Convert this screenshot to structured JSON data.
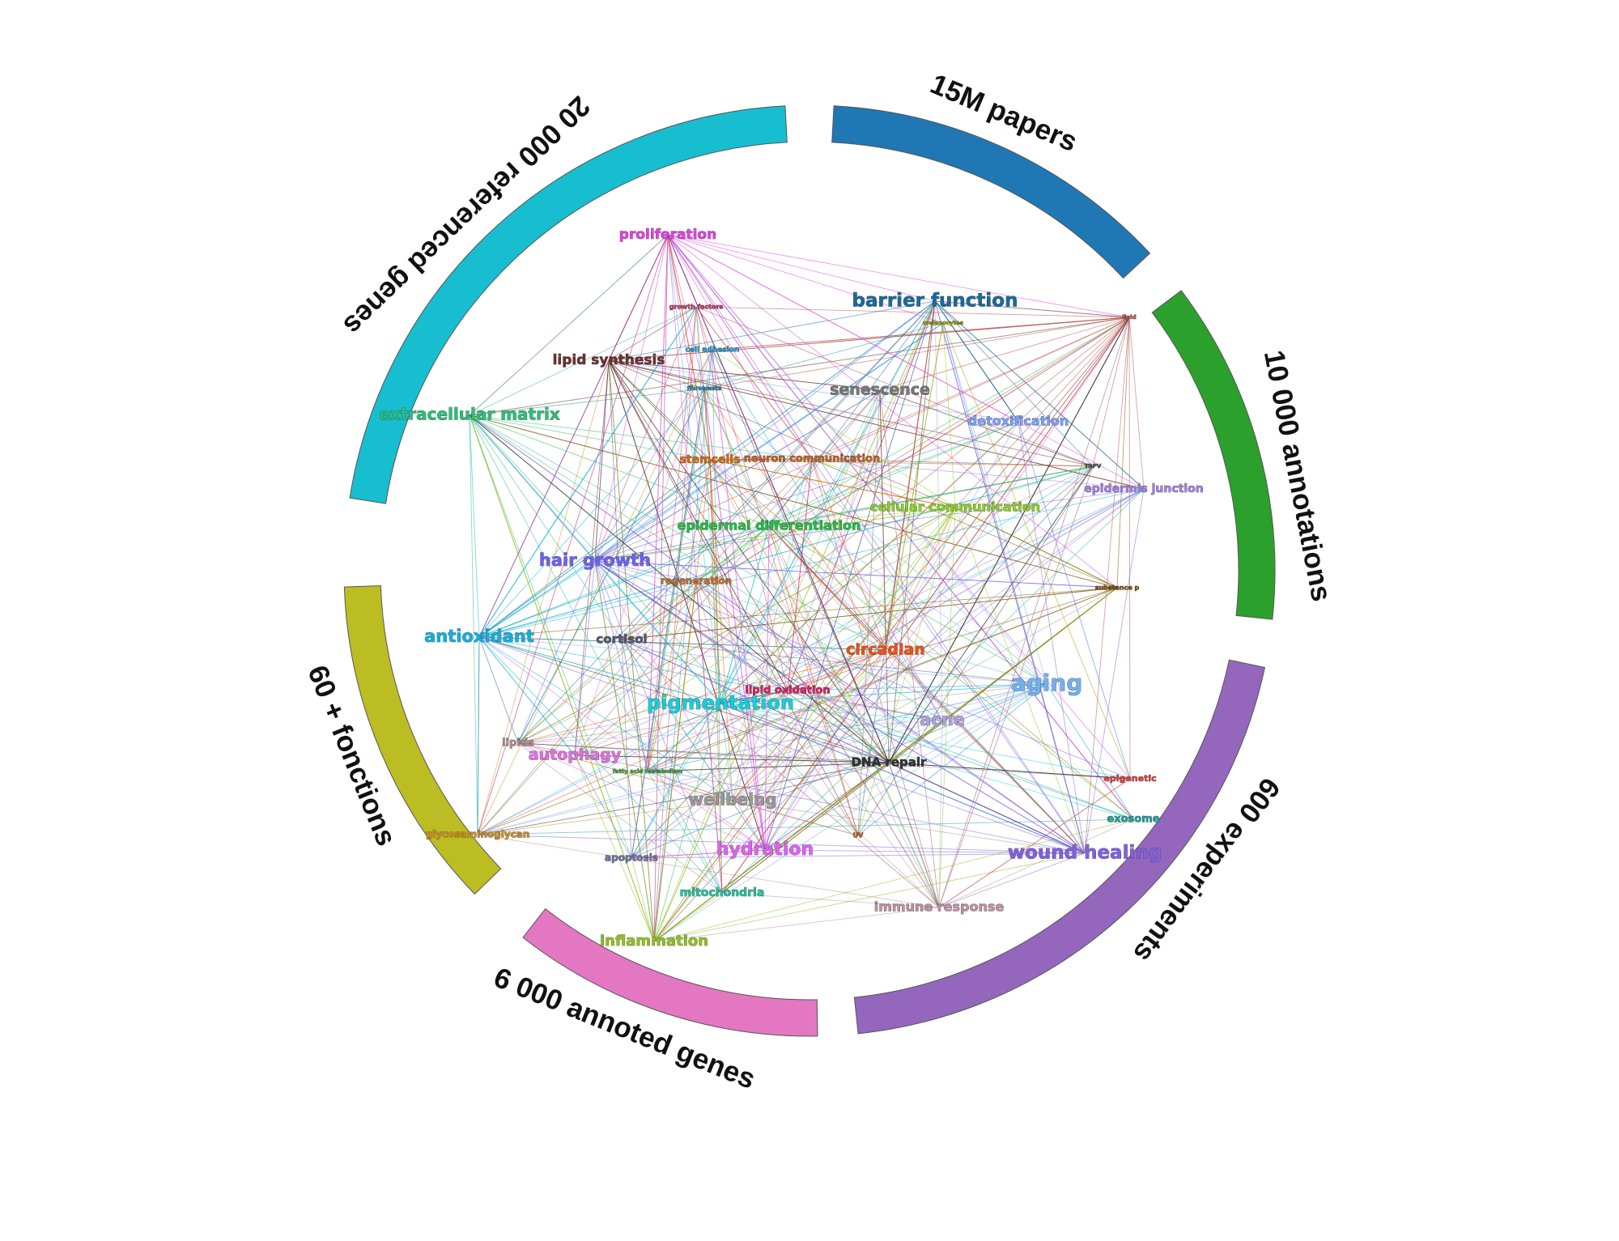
{
  "ring": [
    {
      "label": "15M papers",
      "color": "#1f77b4"
    },
    {
      "label": "10 000 annotations",
      "color": "#2ca02c"
    },
    {
      "label": "600 experiments",
      "color": "#9467bd"
    },
    {
      "label": "6 000 annoted genes",
      "color": "#e377c2"
    },
    {
      "label": "60 + fonctions",
      "color": "#bcbd22"
    },
    {
      "label": "20 000 referenced genes",
      "color": "#17becf"
    }
  ],
  "nodes": [
    {
      "label": "proliferation",
      "color": "#e040e0"
    },
    {
      "label": "barrier function",
      "color": "#1a6a9a"
    },
    {
      "label": "lipid synthesis",
      "color": "#6b3030"
    },
    {
      "label": "senescence",
      "color": "#777777"
    },
    {
      "label": "extracellular matrix",
      "color": "#2bbf7a"
    },
    {
      "label": "detoxification",
      "color": "#7aa0ff"
    },
    {
      "label": "stemcells",
      "color": "#d96a00"
    },
    {
      "label": "neuron communication",
      "color": "#c06020"
    },
    {
      "label": "epidermis junction",
      "color": "#a080e0"
    },
    {
      "label": "cellular communication",
      "color": "#8ad020"
    },
    {
      "label": "epidermal differentiation",
      "color": "#20c040"
    },
    {
      "label": "hair growth",
      "color": "#7060f0"
    },
    {
      "label": "regeneration",
      "color": "#c07030"
    },
    {
      "label": "antioxidant",
      "color": "#10b0e0"
    },
    {
      "label": "cortisol",
      "color": "#555577"
    },
    {
      "label": "circadian",
      "color": "#f05010"
    },
    {
      "label": "aging",
      "color": "#70b0f0"
    },
    {
      "label": "lipid oxidation",
      "color": "#e02060"
    },
    {
      "label": "pigmentation",
      "color": "#10d0e0"
    },
    {
      "label": "acne",
      "color": "#b0a0e0"
    },
    {
      "label": "lipids",
      "color": "#b09090"
    },
    {
      "label": "autophagy",
      "color": "#e070e0"
    },
    {
      "label": "DNA repair",
      "color": "#333333"
    },
    {
      "label": "epigenetic",
      "color": "#e04040"
    },
    {
      "label": "wellbeing",
      "color": "#999999"
    },
    {
      "label": "exosome",
      "color": "#20a0a0"
    },
    {
      "label": "glycosaminoglycan",
      "color": "#d09020"
    },
    {
      "label": "apoptosis",
      "color": "#7070a0"
    },
    {
      "label": "hydration",
      "color": "#e060f0"
    },
    {
      "label": "wound healing",
      "color": "#8060e0"
    },
    {
      "label": "mitochondria",
      "color": "#20c0a0"
    },
    {
      "label": "immune response",
      "color": "#c090a0"
    },
    {
      "label": "inflammation",
      "color": "#90c020"
    },
    {
      "label": "growth factors",
      "color": "#c04070"
    },
    {
      "label": "cell adhesion",
      "color": "#20a0e0"
    },
    {
      "label": "fibroblasts",
      "color": "#2090a0"
    },
    {
      "label": "melanocytes",
      "color": "#a0a000"
    },
    {
      "label": "lipid",
      "color": "#c05050"
    },
    {
      "label": "TRPV",
      "color": "#555555"
    },
    {
      "label": "substance p",
      "color": "#805000"
    },
    {
      "label": "fatty acid metabolism",
      "color": "#40b040"
    },
    {
      "label": "UV",
      "color": "#d05000"
    }
  ]
}
